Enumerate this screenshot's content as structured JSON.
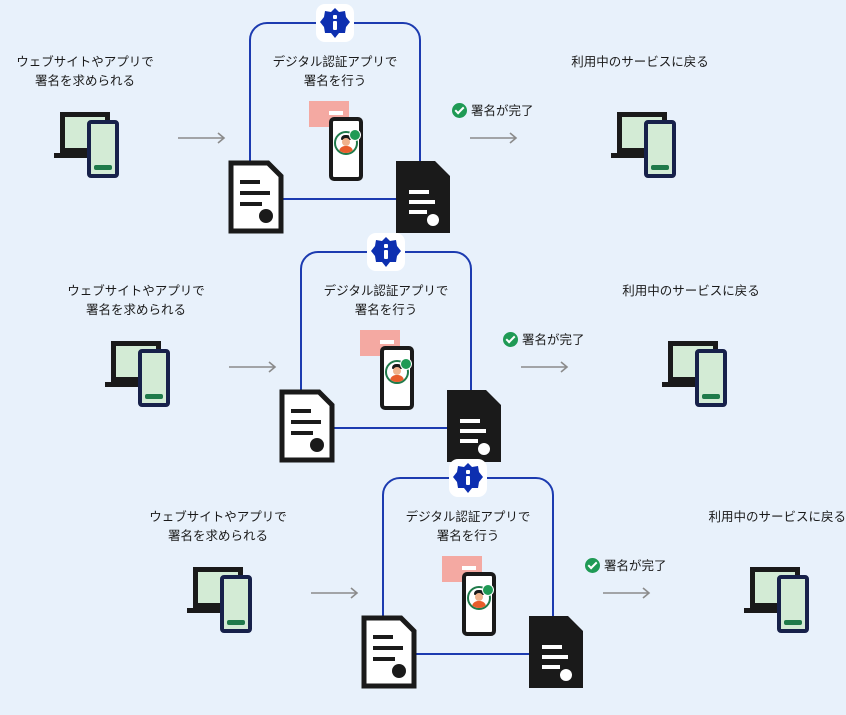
{
  "flows": [
    {
      "start_label": [
        "ウェブサイトやアプリで",
        "署名を求められる"
      ],
      "app_label": [
        "デジタル認証アプリで",
        "署名を行う"
      ],
      "done_label": "署名が完了",
      "end_label": "利用中のサービスに戻る"
    },
    {
      "start_label": [
        "ウェブサイトやアプリで",
        "署名を求められる"
      ],
      "app_label": [
        "デジタル認証アプリで",
        "署名を行う"
      ],
      "done_label": "署名が完了",
      "end_label": "利用中のサービスに戻る"
    },
    {
      "start_label": [
        "ウェブサイトやアプリで",
        "署名を求められる"
      ],
      "app_label": [
        "デジタル認証アプリで",
        "署名を行う"
      ],
      "done_label": "署名が完了",
      "end_label": "利用中のサービスに戻る"
    }
  ],
  "icons": {
    "device": "laptop-and-phone-icon",
    "arrow": "right-arrow-icon",
    "badge": "digital-auth-app-icon",
    "id_card": "id-card-icon",
    "phone": "phone-face-icon",
    "document": "document-icon",
    "check": "check-circle-icon"
  },
  "colors": {
    "background": "#e8f1fb",
    "frame": "#1c3bb0",
    "badge": "#0d2fb0",
    "success": "#1f9a55",
    "screen": "#d3ebd5"
  }
}
